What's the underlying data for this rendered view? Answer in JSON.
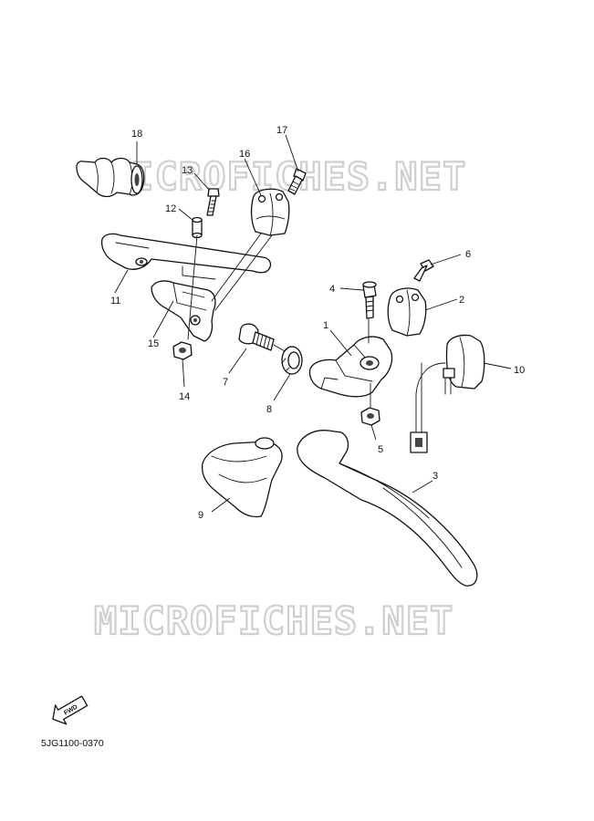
{
  "watermarks": [
    "MICROFICHES.NET",
    "MICROFICHES.NET"
  ],
  "diagram_code": "5JG1100-0370",
  "fwd_arrow_label": "FWD",
  "parts": [
    {
      "id": "p1",
      "number": "1"
    },
    {
      "id": "p2",
      "number": "2"
    },
    {
      "id": "p3",
      "number": "3"
    },
    {
      "id": "p4",
      "number": "4"
    },
    {
      "id": "p5",
      "number": "5"
    },
    {
      "id": "p6",
      "number": "6"
    },
    {
      "id": "p7",
      "number": "7"
    },
    {
      "id": "p8",
      "number": "8"
    },
    {
      "id": "p9",
      "number": "9"
    },
    {
      "id": "p10",
      "number": "10"
    },
    {
      "id": "p11",
      "number": "11"
    },
    {
      "id": "p12",
      "number": "12"
    },
    {
      "id": "p13",
      "number": "13"
    },
    {
      "id": "p14",
      "number": "14"
    },
    {
      "id": "p15",
      "number": "15"
    },
    {
      "id": "p16",
      "number": "16"
    },
    {
      "id": "p17",
      "number": "17"
    },
    {
      "id": "p18",
      "number": "18"
    }
  ]
}
